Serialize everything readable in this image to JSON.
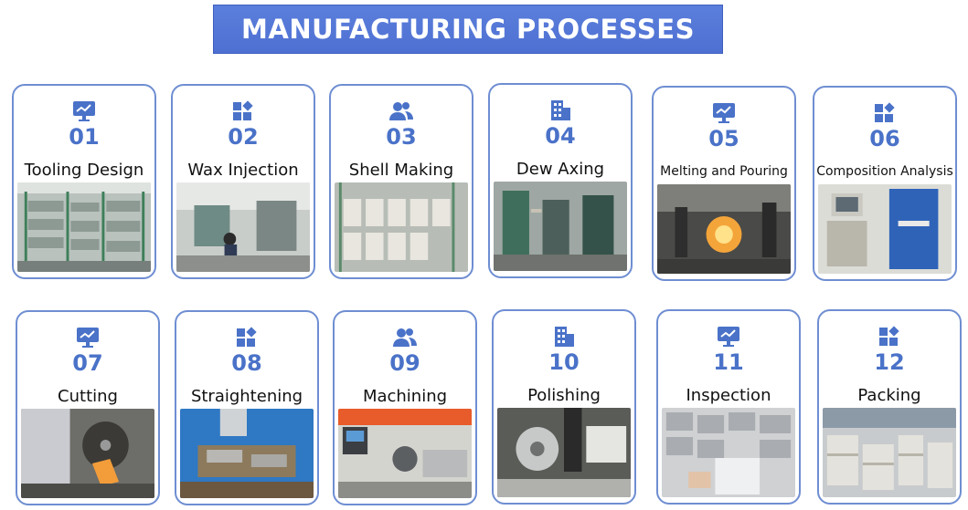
{
  "title": "MANUFACTURING PROCESSES",
  "colors": {
    "accent": "#4a72c8",
    "banner": "#5676d6",
    "border": "#6f8ed2"
  },
  "steps": [
    {
      "number": "01",
      "label": "Tooling Design",
      "icon": "monitor-chart-icon"
    },
    {
      "number": "02",
      "label": "Wax Injection",
      "icon": "apps-grid-icon"
    },
    {
      "number": "03",
      "label": "Shell Making",
      "icon": "users-icon"
    },
    {
      "number": "04",
      "label": "Dew Axing",
      "icon": "building-icon"
    },
    {
      "number": "05",
      "label": "Melting and Pouring",
      "icon": "monitor-chart-icon"
    },
    {
      "number": "06",
      "label": "Composition Analysis",
      "icon": "apps-grid-icon"
    },
    {
      "number": "07",
      "label": "Cutting",
      "icon": "monitor-chart-icon"
    },
    {
      "number": "08",
      "label": "Straightening",
      "icon": "apps-grid-icon"
    },
    {
      "number": "09",
      "label": "Machining",
      "icon": "users-icon"
    },
    {
      "number": "10",
      "label": "Polishing",
      "icon": "building-icon"
    },
    {
      "number": "11",
      "label": "Inspection",
      "icon": "monitor-chart-icon"
    },
    {
      "number": "12",
      "label": "Packing",
      "icon": "apps-grid-icon"
    }
  ]
}
